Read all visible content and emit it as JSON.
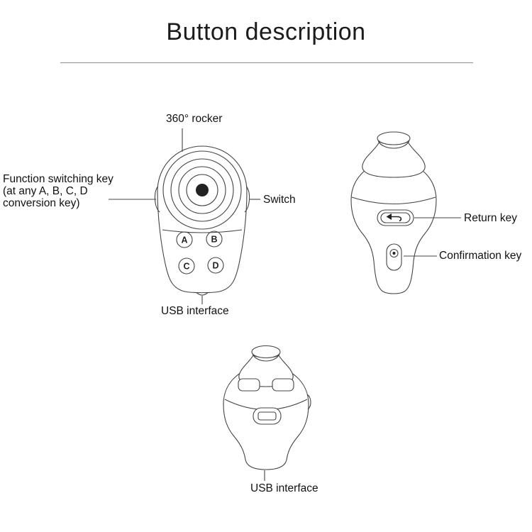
{
  "page": {
    "title": "Button description"
  },
  "colors": {
    "line": "#444444",
    "label_text": "#111111",
    "title_text": "#1b1b1b"
  },
  "front_view": {
    "rocker_label": "360° rocker",
    "function_key_label_lines": [
      "Function switching key",
      "(at any A, B, C, D",
      "conversion key)"
    ],
    "switch_label": "Switch",
    "usb_label": "USB interface",
    "buttons": {
      "a": "A",
      "b": "B",
      "c": "C",
      "d": "D"
    }
  },
  "side_view": {
    "return_label": "Return key",
    "confirmation_label": "Confirmation key"
  },
  "bottom_view": {
    "usb_label": "USB interface"
  }
}
